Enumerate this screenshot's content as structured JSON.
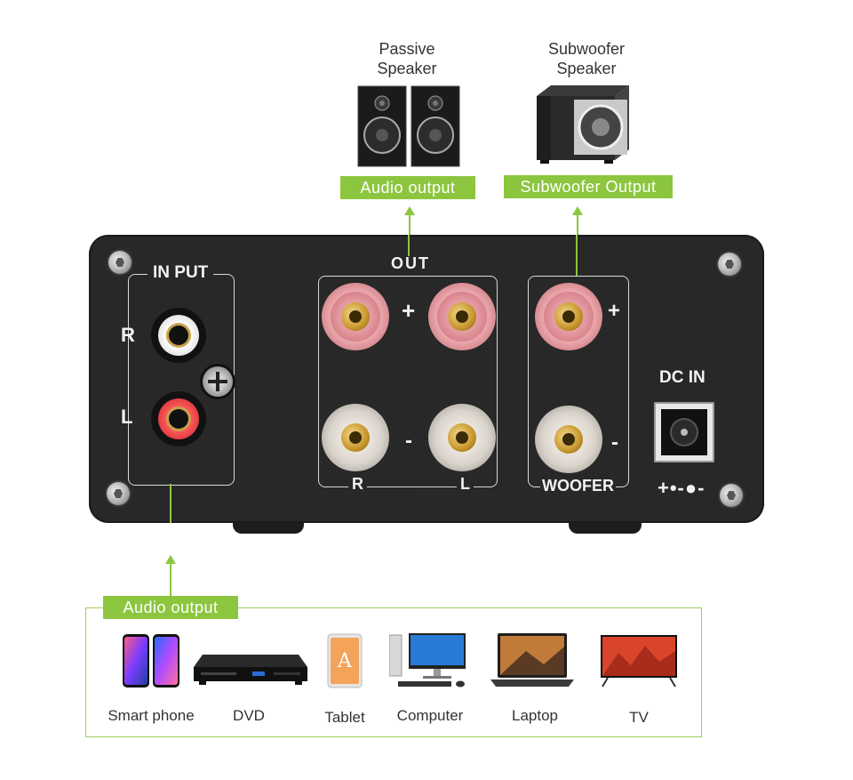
{
  "outputs": {
    "passive_caption": "Passive Speaker",
    "passive_label": "Audio output",
    "sub_caption": "Subwoofer Speaker",
    "sub_label": "Subwoofer Output"
  },
  "panel": {
    "input_title": "IN PUT",
    "r": "R",
    "l": "L",
    "out_title": "OUT",
    "plus": "+",
    "minus": "-",
    "out_r": "R",
    "out_l": "L",
    "woofer": "WOOFER",
    "dc_in": "DC IN",
    "polarity": "+•-●-"
  },
  "sources": {
    "label": "Audio output",
    "devices": [
      {
        "name": "Smart phone",
        "icon": "smartphone-icon"
      },
      {
        "name": "DVD",
        "icon": "dvd-player-icon"
      },
      {
        "name": "Tablet",
        "icon": "tablet-icon"
      },
      {
        "name": "Computer",
        "icon": "computer-icon"
      },
      {
        "name": "Laptop",
        "icon": "laptop-icon"
      },
      {
        "name": "TV",
        "icon": "tv-icon"
      }
    ]
  },
  "colors": {
    "accent_green": "#8cc63f",
    "panel_black": "#262626"
  }
}
